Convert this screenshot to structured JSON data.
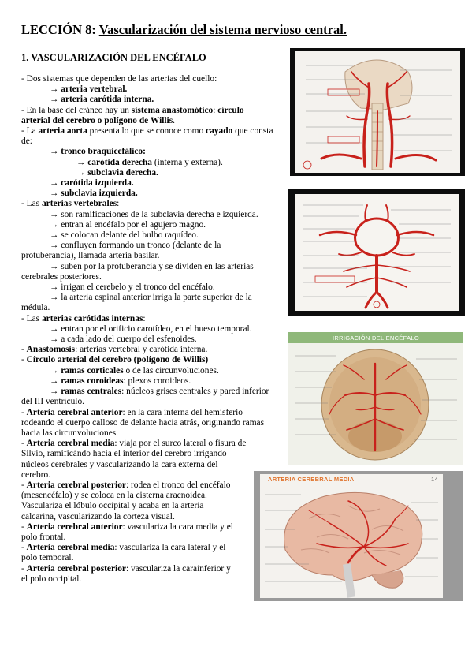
{
  "title": {
    "prefix": "LECCIÓN 8:",
    "main": "Vascularización del sistema nervioso central."
  },
  "section_heading": "1. VASCULARIZACIÓN DEL ENCÉFALO",
  "lines": [
    "- Dos sistemas que dependen de las arterias del cuello:",
    "→ arteria vertebral.",
    "→ arteria carótida interna.",
    "- En la base del cráneo hay un sistema anastomótico: círculo",
    "arterial del cerebro o polígono de Willis.",
    "- La arteria aorta presenta lo que se conoce como cayado que consta",
    "de:",
    "→ tronco braquicefálico:",
    "→ carótida derecha (interna y externa).",
    "→ subclavia derecha.",
    "→ carótida izquierda.",
    "→ subclavia izquierda.",
    "- Las arterias vertebrales:",
    "→ son ramificaciones de la subclavia derecha e izquierda.",
    "→ entran al encéfalo por el agujero magno.",
    "→ se colocan delante del bulbo raquídeo.",
    "→ confluyen formando un tronco (delante de la",
    "protuberancia), llamada arteria basilar.",
    "→ suben por la protuberancia y se dividen en las arterias",
    "cerebrales posteriores.",
    "→ irrigan el cerebelo y el tronco del encéfalo.",
    "→ la arteria espinal anterior irriga la parte superior de la",
    "médula.",
    "- Las arterias carótidas internas:",
    "→ entran por el orificio carotídeo, en el hueso temporal.",
    "→ a cada lado del cuerpo del esfenoides.",
    "- Anastomosis: arterias vertebral y carótida interna.",
    "- Círculo arterial del cerebro (polígono de Willis)",
    "→ ramas corticales o de las circunvoluciones.",
    "→ ramas coroideas: plexos coroideos.",
    "→ ramas centrales: núcleos grises centrales y pared inferior",
    "del III ventrículo.",
    "- Arteria cerebral anterior: en la cara interna del hemisferio",
    "rodeando el cuerpo calloso de delante hacia atrás, originando ramas",
    "hacia las circunvoluciones.",
    "- Arteria cerebral media: viaja por el surco lateral o fisura de",
    "Silvio, ramificándo hacia el interior del cerebro irrigando",
    "núcleos cerebrales y vascularizando la cara externa del",
    "cerebro.",
    "- Arteria cerebral posterior: rodea el tronco del encéfalo",
    "(mesencéfalo) y se coloca en la cisterna aracnoidea.",
    "Vasculariza el lóbulo occipital y acaba en la arteria",
    "calcarina, vascularizando la corteza visual.",
    "- Arteria cerebral anterior: vasculariza la cara media y el",
    "polo frontal.",
    "- Arteria cerebral media: vasculariza la cara lateral y el",
    "polo temporal.",
    "- Arteria cerebral posterior: vasculariza la carainferior y",
    "el polo occipital."
  ],
  "figures": {
    "brain_caption": "IRRIGACIÓN DEL ENCÉFALO",
    "lateral_caption": "ARTERIA CEREBRAL MEDIA",
    "lateral_page_number": "14"
  },
  "colors": {
    "artery_red": "#c8211b",
    "caption_orange": "#e0752f",
    "caption_green": "#8fb87a"
  }
}
